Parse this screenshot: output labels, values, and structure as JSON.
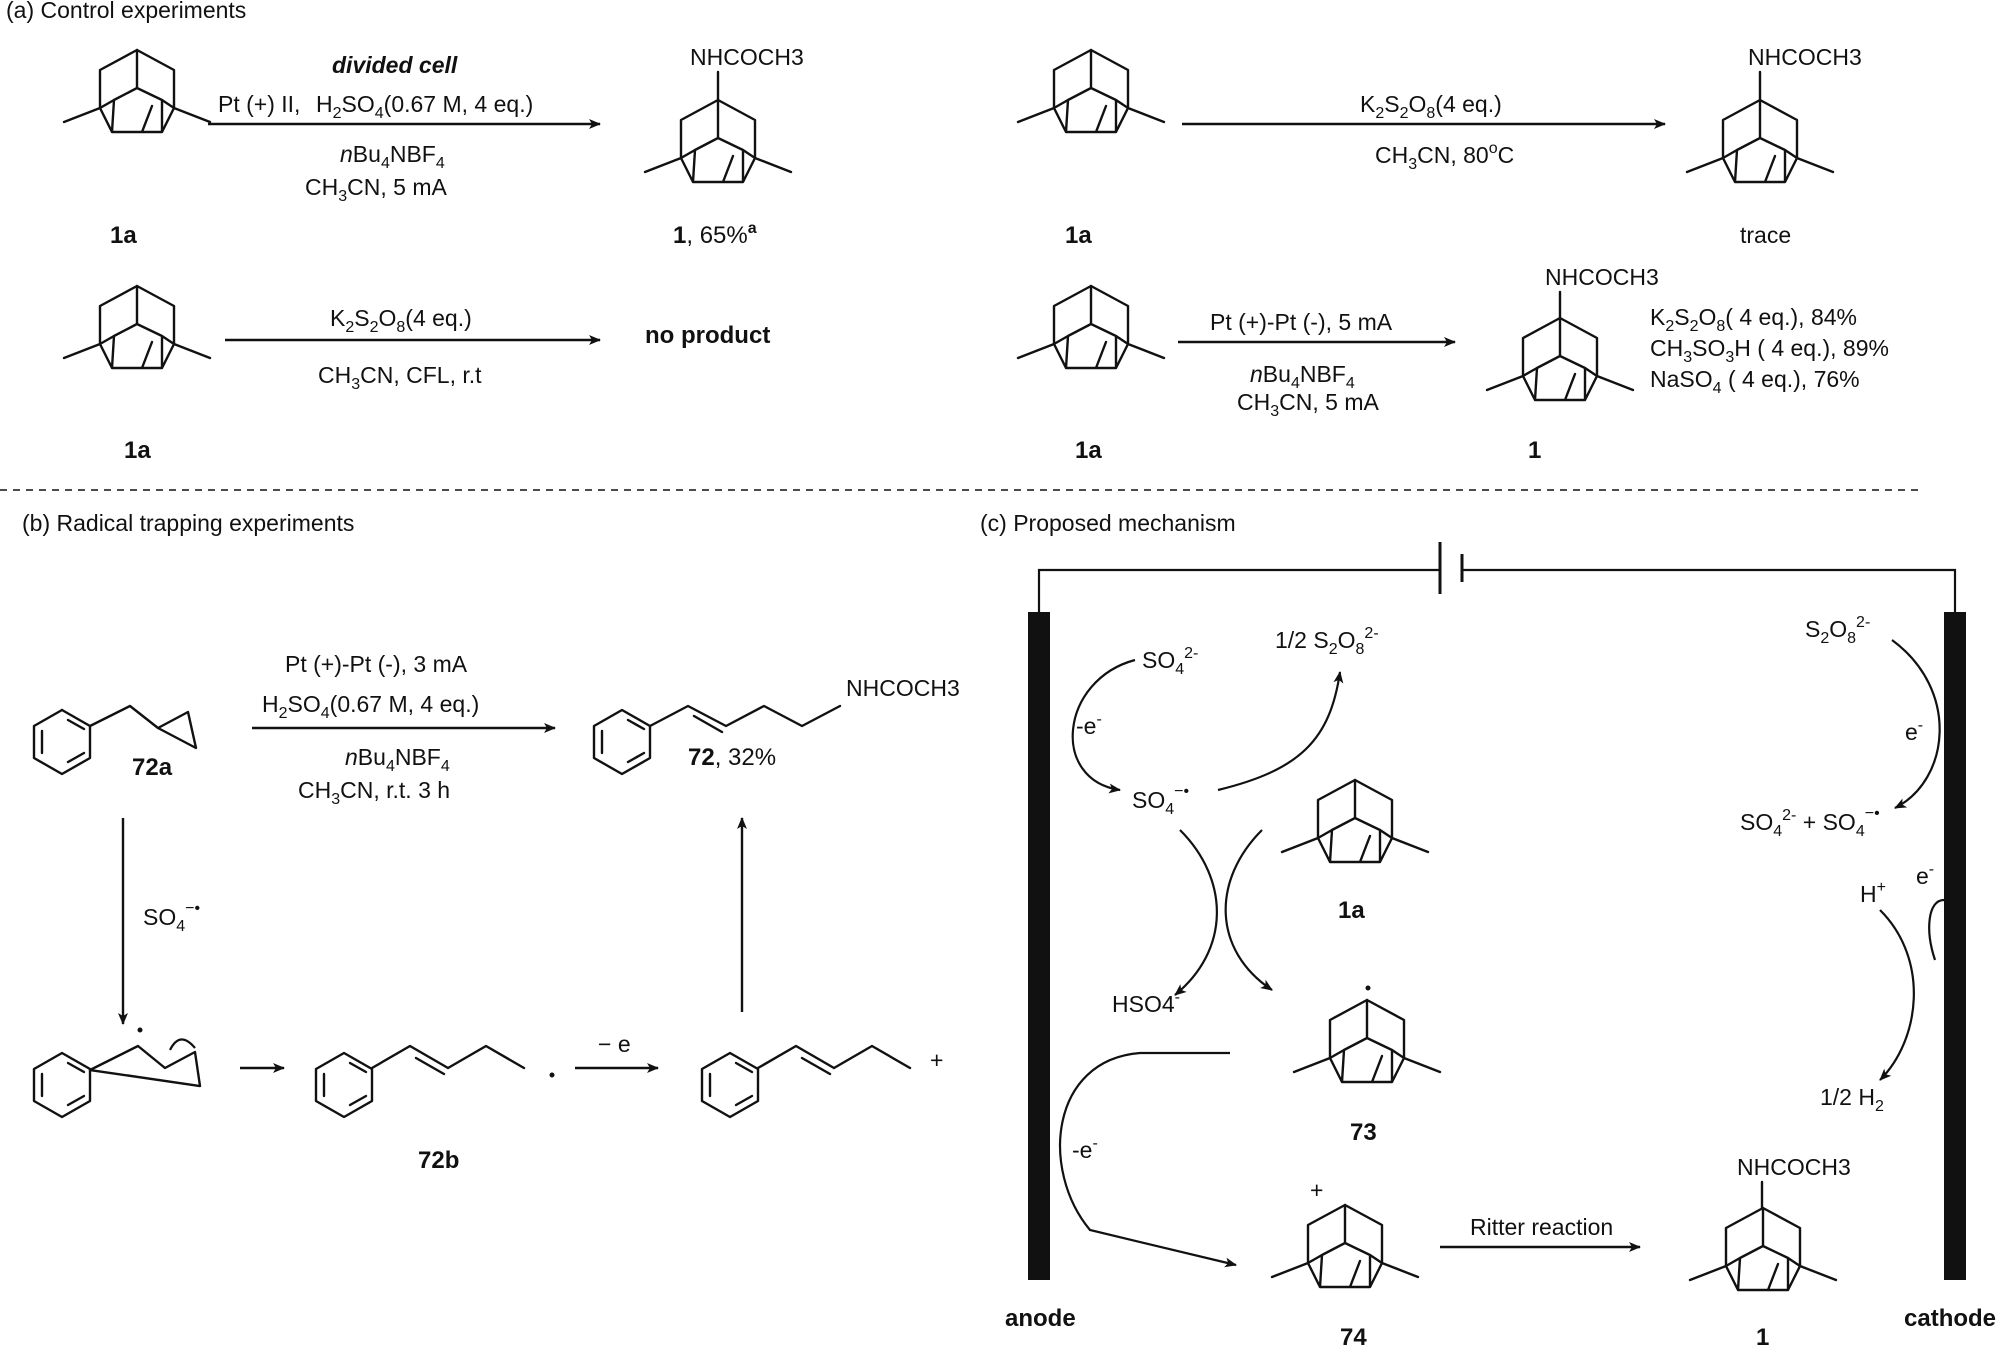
{
  "sections": {
    "a": "(a) Control experiments",
    "b": "(b) Radical trapping experiments",
    "c": "(c) Proposed mechanism"
  },
  "labels": {
    "nhcoch3": "NHCOCH3",
    "cmpd_1a": "1a",
    "cmpd_1": "1",
    "cmpd_72a": "72a",
    "cmpd_72": "72",
    "cmpd_72b": "72b",
    "cmpd_73": "73",
    "cmpd_74": "74",
    "yield_65": ", 65%",
    "yield_sup": "a",
    "yield_32": ", 32%",
    "trace": "trace",
    "no_product": "no product"
  },
  "conditions": {
    "divided_cell": "divided cell",
    "pt_plus_ii": "Pt (+) II,",
    "h2so4_eq": "(0.67 M, 4 eq.)",
    "nbu4nbf4": "Bu",
    "ch3cn_5ma": "CN, 5 mA",
    "k2s2o8_4eq": "(4 eq.)",
    "ch3cn_80c": "CN, 80",
    "ch3cn_cfl": "CN, CFL, r.t",
    "pt_pt_5ma": "Pt (+)-Pt (-), 5 mA",
    "pt_pt_3ma": "Pt (+)-Pt (-), 3 mA",
    "ch3cn_rt3h": "CN, r.t. 3 h",
    "side_k2s2o8": "( 4 eq.), 84%",
    "side_ch3so3h": "( 4 eq.), 89%",
    "side_naso4": "NaSO",
    "side_naso4_tail": "( 4 eq.), 76%"
  },
  "mechanism": {
    "anode": "anode",
    "cathode": "cathode",
    "minus_e": "-e",
    "e_minus": "e",
    "hso4": "HSO4",
    "h_plus": "H",
    "half_h2": "1/2 H",
    "half_s2o8": "1/2 S",
    "ritter": "Ritter reaction",
    "minus_e_b": "− e"
  }
}
